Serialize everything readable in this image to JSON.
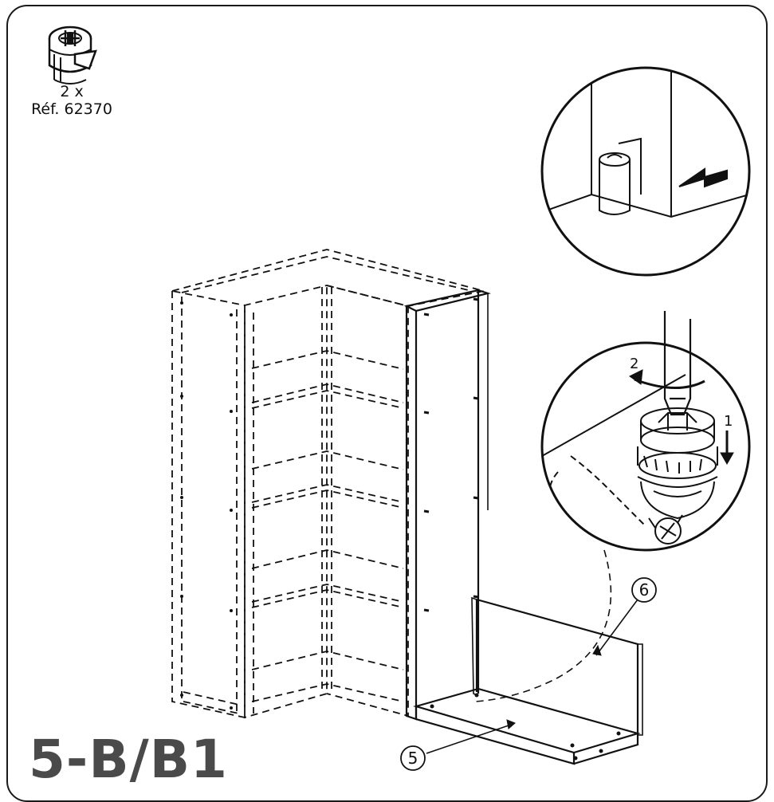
{
  "hardware": {
    "quantity": "2 x",
    "reference": "Réf. 62370",
    "icon": "cam-lock-fitting-icon"
  },
  "step": {
    "label": "5-B/B1"
  },
  "callouts": {
    "panel_5": "5",
    "panel_6": "6",
    "rotate_step": "2",
    "press_step": "1"
  }
}
